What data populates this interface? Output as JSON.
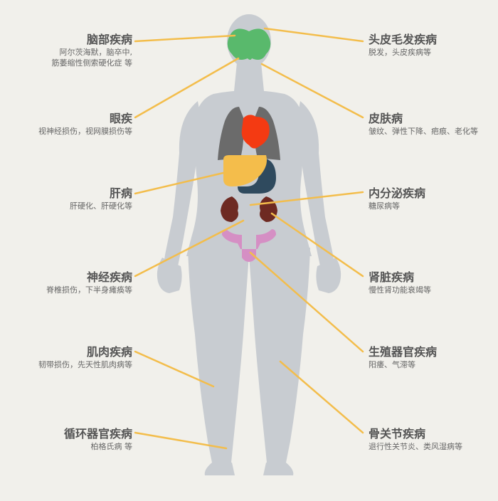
{
  "colors": {
    "background": "#f1f0eb",
    "body": "#c8ccd1",
    "line": "#f3bd4b",
    "brain": "#59b96c",
    "lungs": "#6b6b6b",
    "heart": "#f43a12",
    "liver": "#f4bd4b",
    "stomach": "#2f4a5e",
    "kidney": "#6e2a22",
    "uterus": "#d58fc4",
    "text_title": "#555555",
    "text_desc": "#666666"
  },
  "left_labels": [
    {
      "title": "脑部疾病",
      "desc": "阿尔茨海默，脑卒中,\n筋萎缩性侧索硬化症 等"
    },
    {
      "title": "眼疾",
      "desc": "视神经损伤，视网膜损伤等"
    },
    {
      "title": "肝病",
      "desc": "肝硬化、肝硬化等"
    },
    {
      "title": "神经疾病",
      "desc": "脊椎损伤，下半身瘫痪等"
    },
    {
      "title": "肌肉疾病",
      "desc": "韧带损伤，先天性肌肉病等"
    },
    {
      "title": "循环器官疾病",
      "desc": "柏格氏病 等"
    }
  ],
  "right_labels": [
    {
      "title": "头皮毛发疾病",
      "desc": "脱发，头皮疾病等"
    },
    {
      "title": "皮肤病",
      "desc": "皱纹、弹性下降、疤痕、老化等"
    },
    {
      "title": "内分泌疾病",
      "desc": "糖尿病等"
    },
    {
      "title": "肾脏疾病",
      "desc": "慢性肾功能衰竭等"
    },
    {
      "title": "生殖器官疾病",
      "desc": "阳痿、气滞等"
    },
    {
      "title": "骨关节疾病",
      "desc": "退行性关节炎、类风湿病等"
    }
  ]
}
